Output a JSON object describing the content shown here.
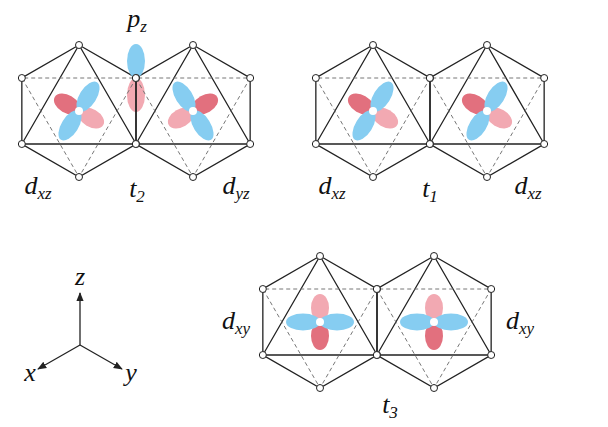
{
  "diagram": {
    "labels": [
      "pz",
      "dxz",
      "t2",
      "dyz",
      "dxz",
      "t1",
      "dxz",
      "z",
      "x",
      "y",
      "dxy",
      "t3",
      "dxy"
    ]
  }
}
